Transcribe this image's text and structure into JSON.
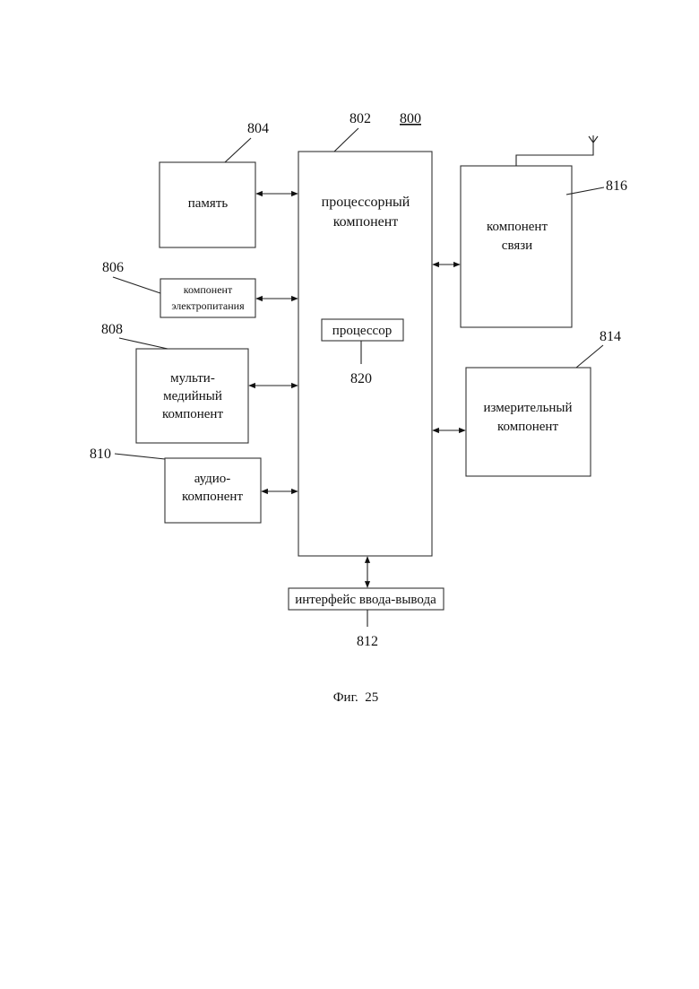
{
  "diagram": {
    "ref_main": "800",
    "processing": {
      "ref": "802",
      "line1": "процессорный",
      "line2": "компонент"
    },
    "processor": {
      "label": "процессор",
      "ref": "820"
    },
    "memory": {
      "ref": "804",
      "label": "память"
    },
    "power": {
      "ref": "806",
      "line1": "компонент",
      "line2": "электропитания"
    },
    "multimedia": {
      "ref": "808",
      "line1": "мульти-",
      "line2": "медийный",
      "line3": "компонент"
    },
    "audio": {
      "ref": "810",
      "line1": "аудио-",
      "line2": "компонент"
    },
    "io": {
      "ref": "812",
      "label": "интерфейс ввода-вывода"
    },
    "sensor": {
      "ref": "814",
      "line1": "измерительный",
      "line2": "компонент"
    },
    "communication": {
      "ref": "816",
      "line1": "компонент",
      "line2": "связи"
    },
    "caption": "Фиг.  25"
  }
}
